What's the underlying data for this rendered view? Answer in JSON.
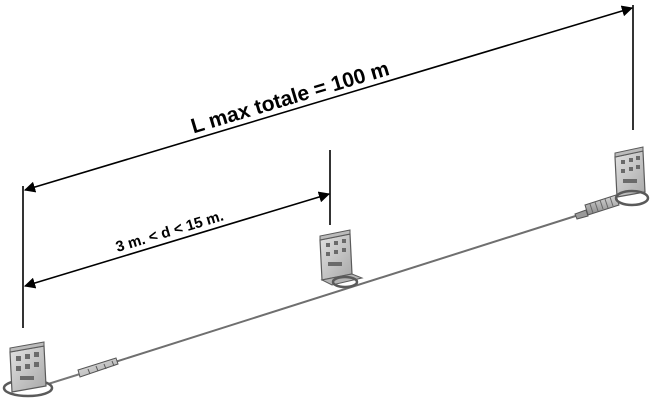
{
  "labels": {
    "total_length": "L max totale = 100 m",
    "spacing": "3 m. < d < 15 m."
  },
  "colors": {
    "line": "#000000",
    "cable": "#6f6f6f",
    "bracket_fill": "#c9c9c9",
    "bracket_stroke": "#5a5a5a"
  },
  "components": [
    "end-bracket-left",
    "intermediate-bracket",
    "end-bracket-right",
    "turnbuckle",
    "tension-spring",
    "cable"
  ]
}
